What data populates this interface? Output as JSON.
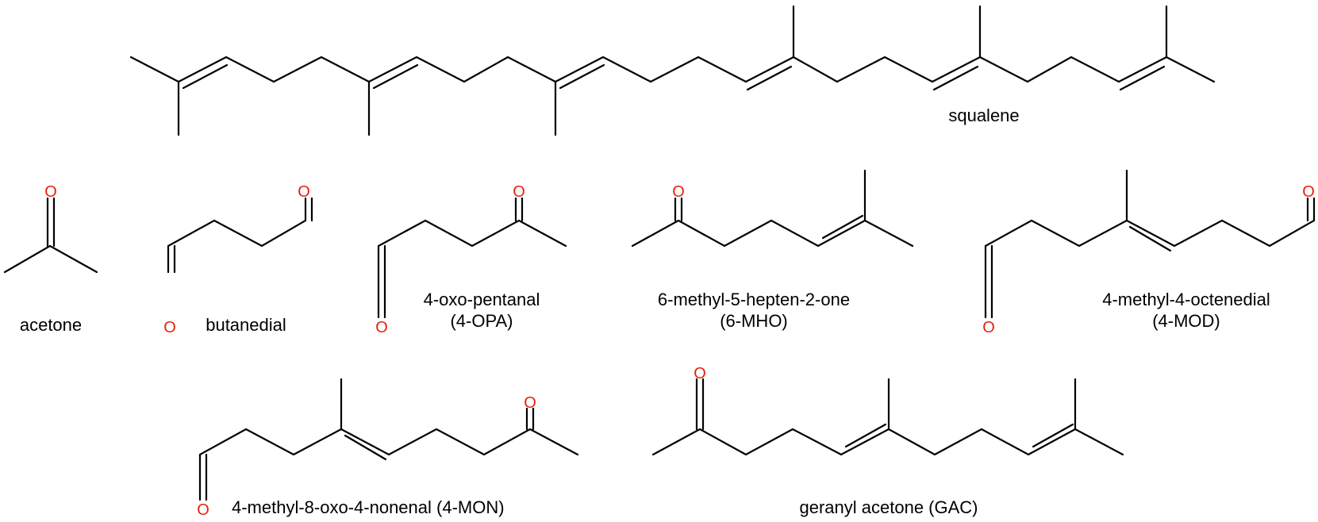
{
  "colors": {
    "bond": "#000000",
    "heteroatom": "#e8200c",
    "label": "#000000"
  },
  "atom_symbol": "O",
  "molecules": [
    {
      "name": "squalene",
      "line1": "squalene",
      "line2": ""
    },
    {
      "name": "acetone",
      "line1": "acetone",
      "line2": ""
    },
    {
      "name": "butanedial",
      "line1": "butanedial",
      "line2": ""
    },
    {
      "name": "4-oxo-pentanal",
      "line1": "4-oxo-pentanal",
      "line2": "(4-OPA)"
    },
    {
      "name": "6-methyl-5-hepten-2-one",
      "line1": "6-methyl-5-hepten-2-one",
      "line2": "(6-MHO)"
    },
    {
      "name": "4-methyl-4-octenedial",
      "line1": "4-methyl-4-octenedial",
      "line2": "(4-MOD)"
    },
    {
      "name": "4-methyl-8-oxo-4-nonenal",
      "line1": "4-methyl-8-oxo-4-nonenal (4-MON)",
      "line2": ""
    },
    {
      "name": "geranyl acetone",
      "line1": "geranyl acetone (GAC)",
      "line2": ""
    }
  ]
}
